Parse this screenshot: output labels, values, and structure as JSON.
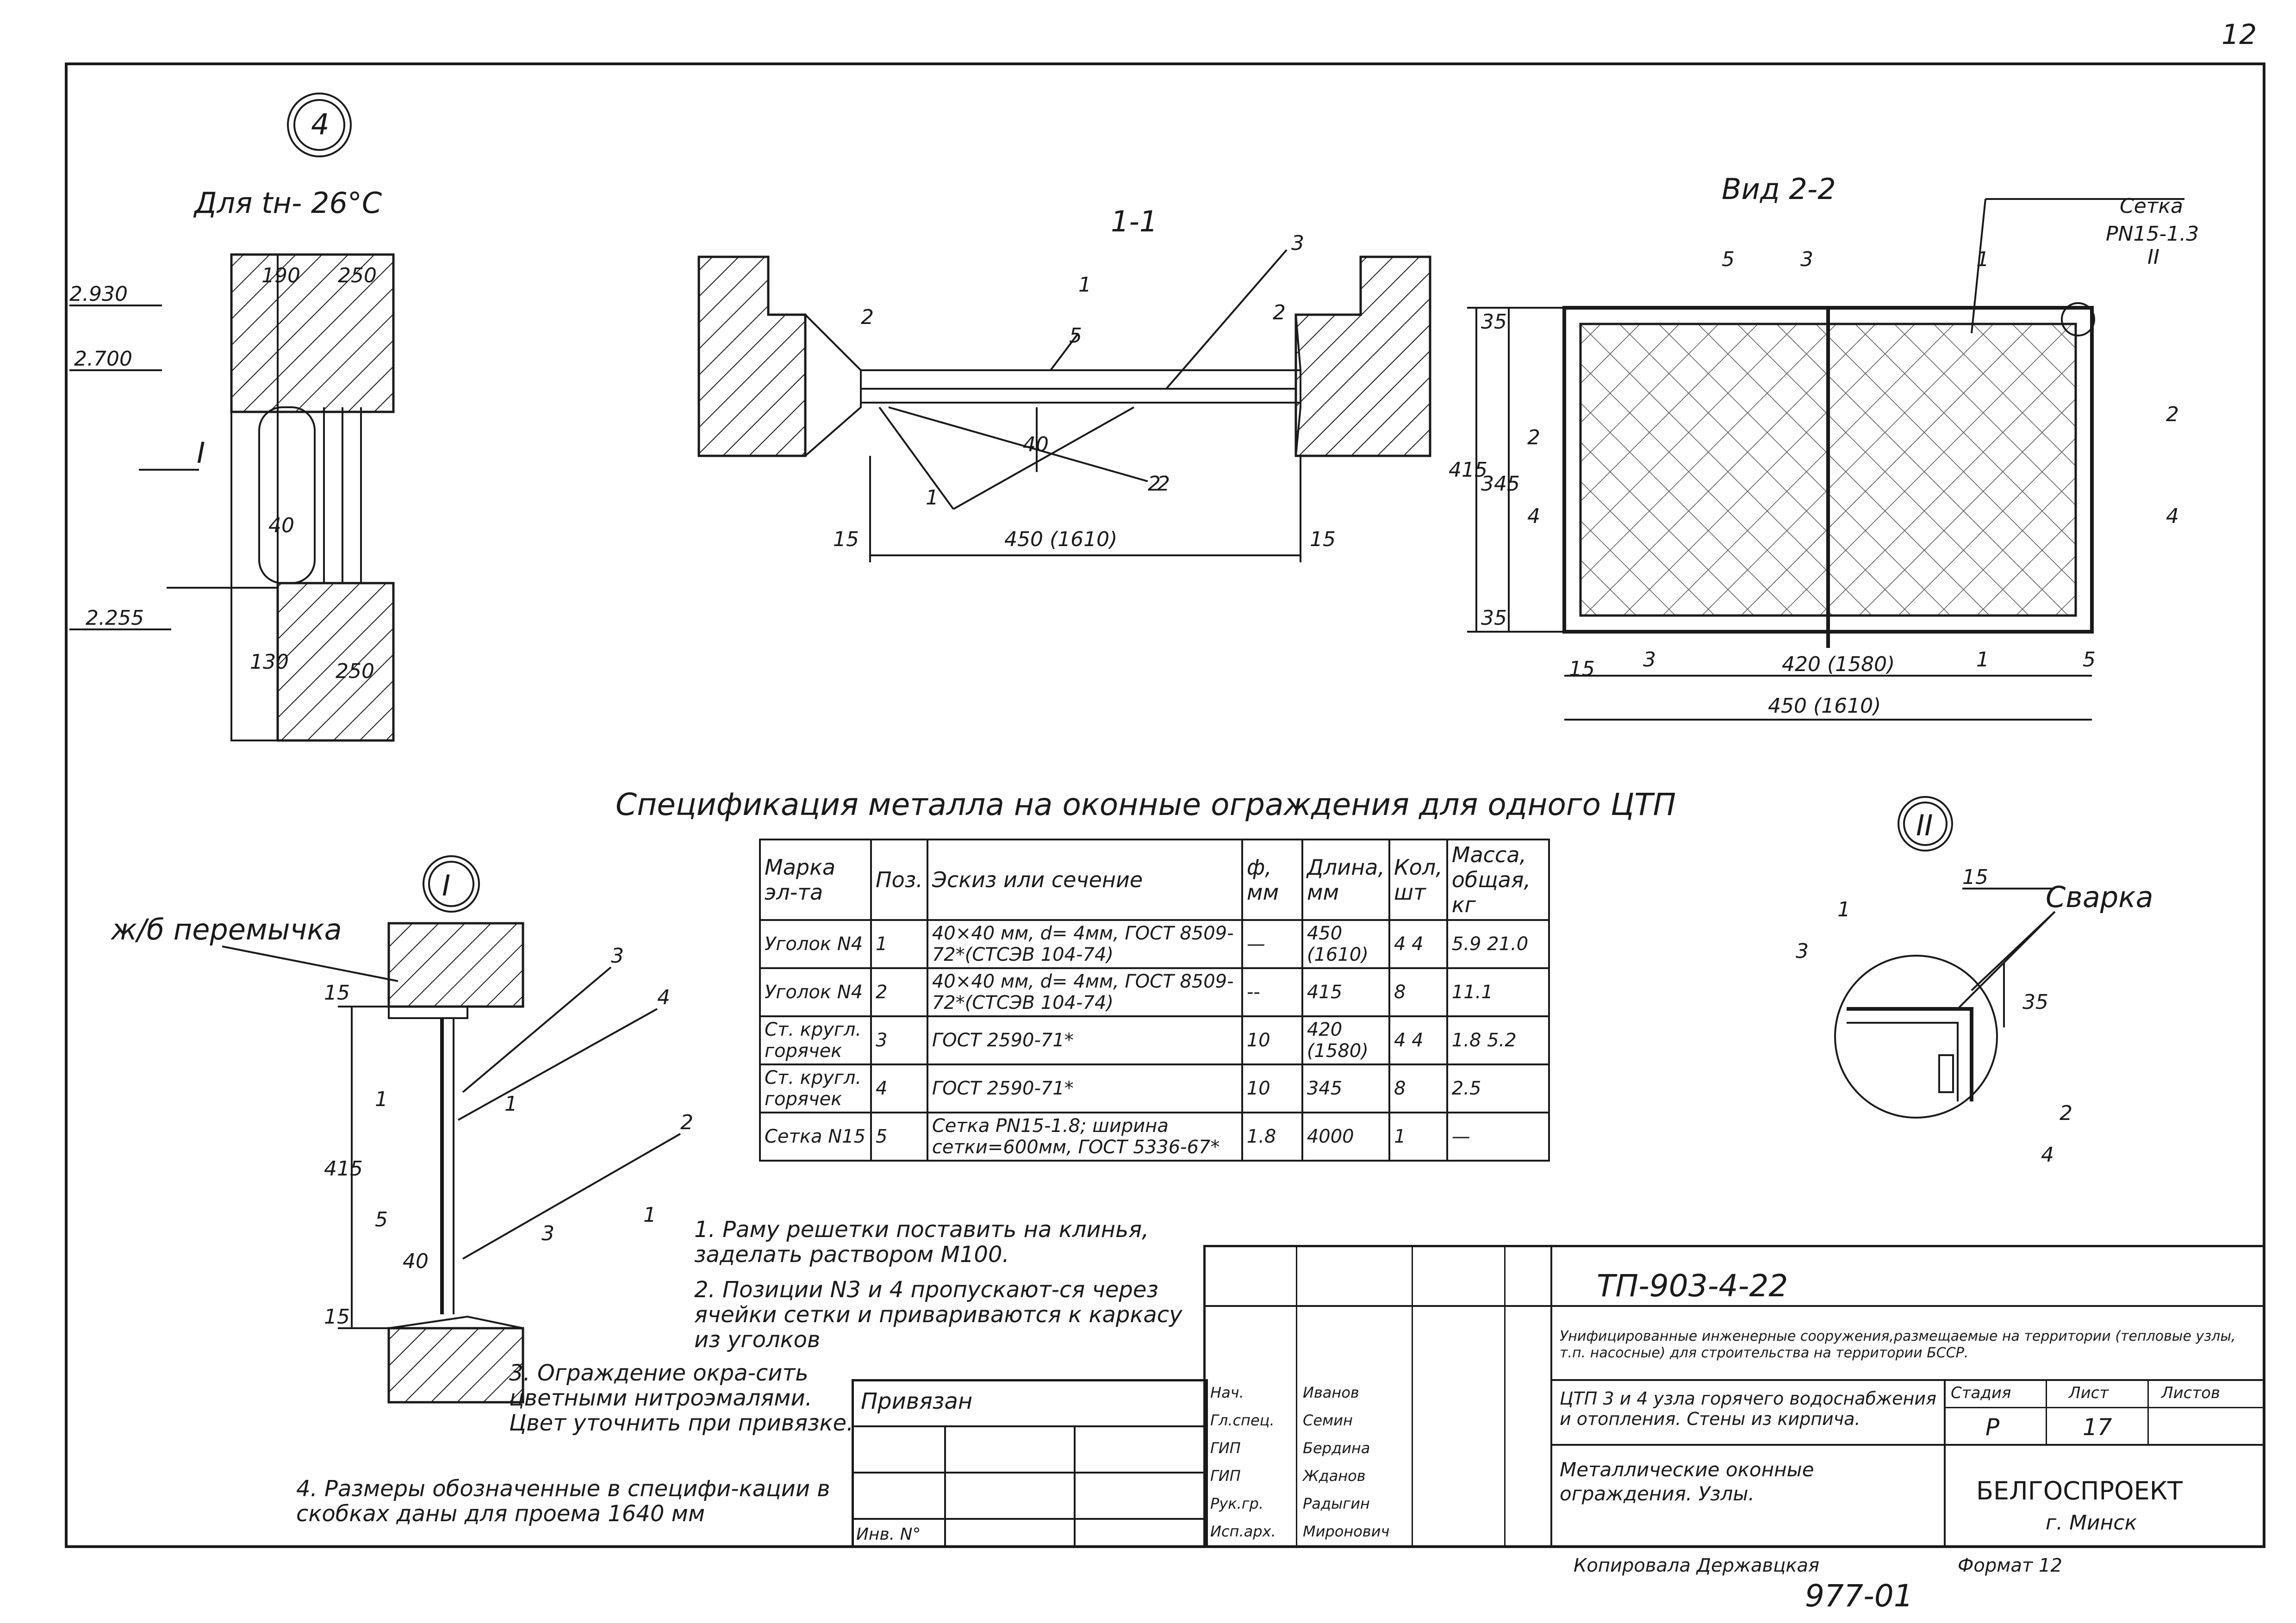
{
  "sheet_number": "12",
  "detail_4": {
    "marker": "4",
    "title": "Для tн- 26°С",
    "dims": [
      "2.930",
      "2.700",
      "2.255",
      "190",
      "250",
      "130",
      "250",
      "40"
    ],
    "ref": "I"
  },
  "section_1_1": {
    "title": "1-1",
    "callouts": [
      "1",
      "2",
      "3",
      "5",
      "1",
      "2",
      "2",
      "2"
    ],
    "dims": [
      "40",
      "450 (1610)",
      "15",
      "15"
    ]
  },
  "view_2_2": {
    "title": "Вид 2-2",
    "mesh_label": "Сетка",
    "mesh_spec": "PN15-1.3",
    "detail_ref": "II",
    "callouts": [
      "5",
      "3",
      "1",
      "2",
      "4",
      "3",
      "1",
      "2",
      "4"
    ],
    "dims": [
      "35",
      "345",
      "415",
      "35",
      "15",
      "420 (1580)",
      "5",
      "450 (1610)"
    ]
  },
  "spec_table": {
    "title": "Спецификация металла на оконные ограждения для одного ЦТП",
    "headers": [
      "Марка эл-та",
      "Поз.",
      "Эскиз или сечение",
      "ф, мм",
      "Длина, мм",
      "Кол, шт",
      "Масса, общая, кг"
    ],
    "rows": [
      [
        "Уголок N4",
        "1",
        "40×40 мм, d= 4мм, ГОСТ 8509-72*(СТСЭВ 104-74)",
        "—",
        "450 (1610)",
        "4 4",
        "5.9 21.0"
      ],
      [
        "Уголок N4",
        "2",
        "40×40 мм, d= 4мм, ГОСТ 8509-72*(СТСЭВ 104-74)",
        "--",
        "415",
        "8",
        "11.1"
      ],
      [
        "Ст. кругл. горячек",
        "3",
        "ГОСТ 2590-71*",
        "10",
        "420 (1580)",
        "4 4",
        "1.8 5.2"
      ],
      [
        "Ст. кругл. горячек",
        "4",
        "ГОСТ 2590-71*",
        "10",
        "345",
        "8",
        "2.5"
      ],
      [
        "Сетка N15",
        "5",
        "Сетка PN15-1.8; ширина сетки=600мм, ГОСТ 5336-67*",
        "1.8",
        "4000",
        "1",
        "—"
      ]
    ]
  },
  "detail_I": {
    "marker": "I",
    "lintel_label": "ж/б перемычка",
    "callouts": [
      "3",
      "4",
      "2",
      "5",
      "3",
      "1",
      "1",
      "1"
    ],
    "dims": [
      "15",
      "415",
      "40",
      "15"
    ]
  },
  "detail_II": {
    "marker": "II",
    "weld_label": "Сварка",
    "callouts": [
      "1",
      "3",
      "2",
      "4"
    ],
    "dims": [
      "15",
      "35"
    ]
  },
  "notes": [
    "1. Раму решетки поставить на клинья, заделать раствором М100.",
    "2. Позиции N3 и 4 пропускают-ся через ячейки сетки и привариваются к каркасу из уголков",
    "3. Ограждение окра-сить цветными нитроэмалями. Цвет уточнить при привязке.",
    "4. Размеры обозначенные в специфи-кации в скобках даны для проема 1640 мм"
  ],
  "title_block": {
    "code": "ТП-903-4-22",
    "project": "Унифицированные инженерные сооружения,размещаемые на территории (тепловые узлы, т.п. насосные) для строительства на территории БССР.",
    "object": "ЦТП 3 и 4 узла горячего водоснабжения и отопления. Стены из кирпича.",
    "sheet_title": "Металлические оконные ограждения. Узлы.",
    "stage_header": "Стадия",
    "sheet_header": "Лист",
    "sheets_header": "Листов",
    "stage": "Р",
    "sheet": "17",
    "org": "БЕЛГОСПРОЕКТ",
    "city": "г. Минск",
    "bound_label": "Привязан",
    "inv_label": "Инв. N°",
    "roles": [
      "Нач.",
      "Гл.спец.",
      "ГИП",
      "ГИП",
      "Рук.гр.",
      "Исп.арх."
    ],
    "names": [
      "Иванов",
      "Семин",
      "Бердина",
      "Жданов",
      "Радыгин",
      "Миронович"
    ],
    "copied": "Копировала Державцкая",
    "format": "Формат 12",
    "stamp": "977-01"
  }
}
